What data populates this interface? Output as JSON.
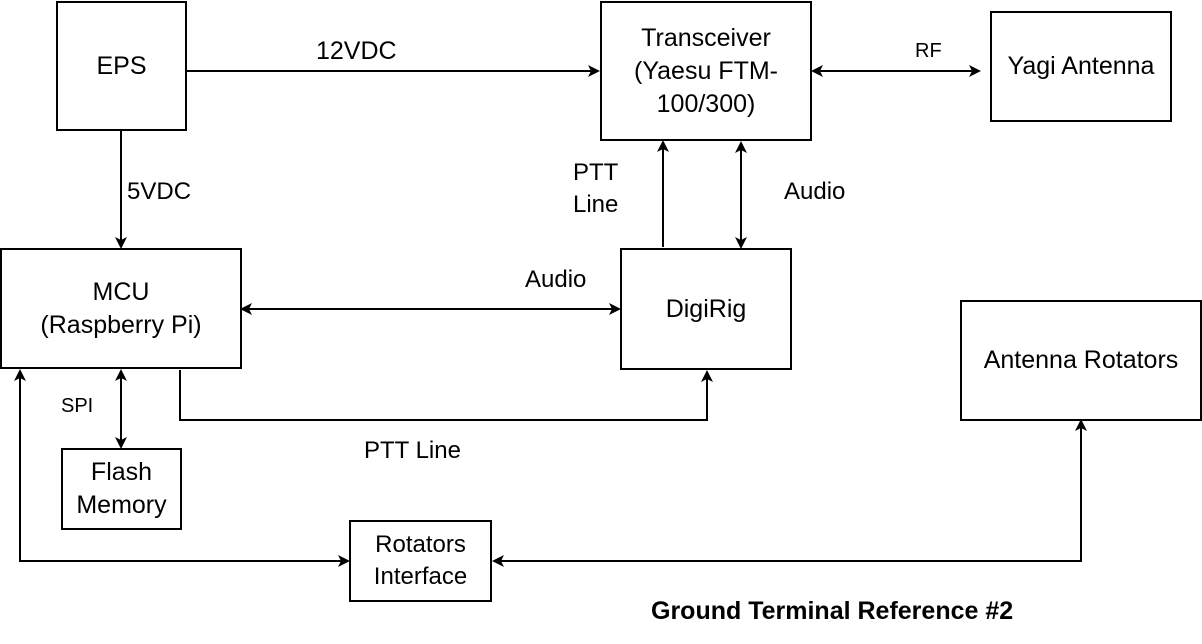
{
  "blocks": {
    "eps": "EPS",
    "transceiver": "Transceiver\n(Yaesu FTM-\n100/300)",
    "yagi": "Yagi Antenna",
    "mcu": "MCU\n(Raspberry Pi)",
    "digirig": "DigiRig",
    "rotators": "Antenna Rotators",
    "flash": "Flash\nMemory",
    "rot_interface": "Rotators\nInterface"
  },
  "links": {
    "v12": "12VDC",
    "v5": "5VDC",
    "rf": "RF",
    "ptt_upper": "PTT\nLine",
    "audio_upper": "Audio",
    "audio_mid": "Audio",
    "spi": "SPI",
    "ptt_lower": "PTT Line"
  },
  "caption": "Ground Terminal Reference #2"
}
